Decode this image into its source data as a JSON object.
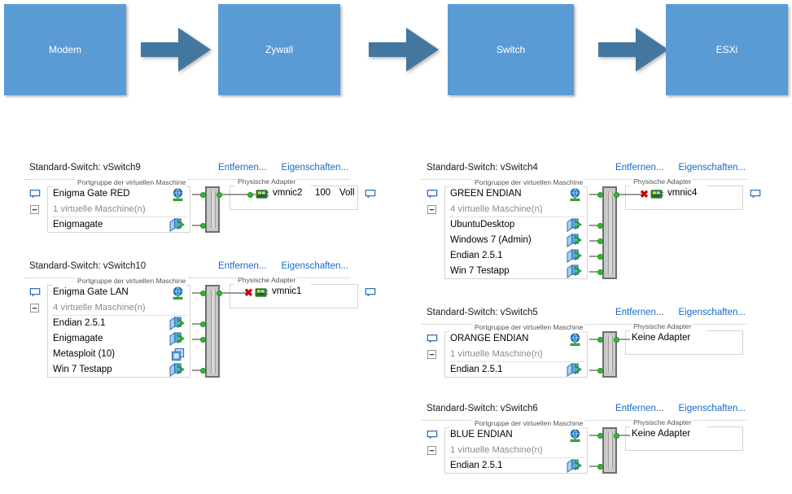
{
  "flow": {
    "boxes": [
      {
        "label": "Modem"
      },
      {
        "label": "Zywall"
      },
      {
        "label": "Switch"
      },
      {
        "label": "ESXi"
      }
    ],
    "box_color": "#5b9bd5",
    "arrow_color": "#44779f",
    "arrow_name": "right-arrow"
  },
  "labels": {
    "remove_link": "Entfernen...",
    "properties_link": "Eigenschaften...",
    "port_group_legend": "Portgruppe der virtuellen Maschine",
    "physical_adapter_legend": "Physische Adapter",
    "no_adapter": "Keine Adapter"
  },
  "colors": {
    "link": "#1569c7",
    "connected_dot": "#2fbb2f",
    "error_x": "#cc0000",
    "switch_fill": "#c9c9c9"
  },
  "switches": [
    {
      "title": "Standard-Switch: vSwitch9",
      "port_group": {
        "name": "Enigma Gate RED",
        "vm_count_label": "1 virtuelle Maschine(n)",
        "vms": [
          {
            "name": "Enigmagate",
            "icon": "vm-running-icon",
            "connected": true
          }
        ]
      },
      "adapters": [
        {
          "name": "vmnic2",
          "speed": "100",
          "duplex": "Voll",
          "error": false
        }
      ]
    },
    {
      "title": "Standard-Switch: vSwitch10",
      "port_group": {
        "name": "Enigma Gate LAN",
        "vm_count_label": "4 virtuelle Maschine(n)",
        "vms": [
          {
            "name": "Endian 2.5.1",
            "icon": "vm-running-icon",
            "connected": true
          },
          {
            "name": "Enigmagate",
            "icon": "vm-running-icon",
            "connected": true
          },
          {
            "name": "Metasploit (10)",
            "icon": "vm-stacked-icon",
            "connected": false
          },
          {
            "name": "Win 7 Testapp",
            "icon": "vm-running-icon",
            "connected": true
          }
        ]
      },
      "adapters": [
        {
          "name": "vmnic1",
          "speed": "",
          "duplex": "",
          "error": true
        }
      ]
    },
    {
      "title": "Standard-Switch: vSwitch4",
      "port_group": {
        "name": "GREEN ENDIAN",
        "vm_count_label": "4 virtuelle Maschine(n)",
        "vms": [
          {
            "name": "UbuntuDesktop",
            "icon": "vm-running-icon",
            "connected": true
          },
          {
            "name": "Windows 7 (Admin)",
            "icon": "vm-running-icon",
            "connected": true
          },
          {
            "name": "Endian 2.5.1",
            "icon": "vm-running-icon",
            "connected": true
          },
          {
            "name": "Win 7 Testapp",
            "icon": "vm-running-icon",
            "connected": true
          }
        ]
      },
      "adapters": [
        {
          "name": "vmnic4",
          "speed": "",
          "duplex": "",
          "error": true
        }
      ]
    },
    {
      "title": "Standard-Switch: vSwitch5",
      "port_group": {
        "name": "ORANGE ENDIAN",
        "vm_count_label": "1 virtuelle Maschine(n)",
        "vms": [
          {
            "name": "Endian 2.5.1",
            "icon": "vm-running-icon",
            "connected": true
          }
        ]
      },
      "adapters": []
    },
    {
      "title": "Standard-Switch: vSwitch6",
      "port_group": {
        "name": "BLUE ENDIAN",
        "vm_count_label": "1 virtuelle Maschine(n)",
        "vms": [
          {
            "name": "Endian 2.5.1",
            "icon": "vm-running-icon",
            "connected": true
          }
        ]
      },
      "adapters": []
    }
  ]
}
